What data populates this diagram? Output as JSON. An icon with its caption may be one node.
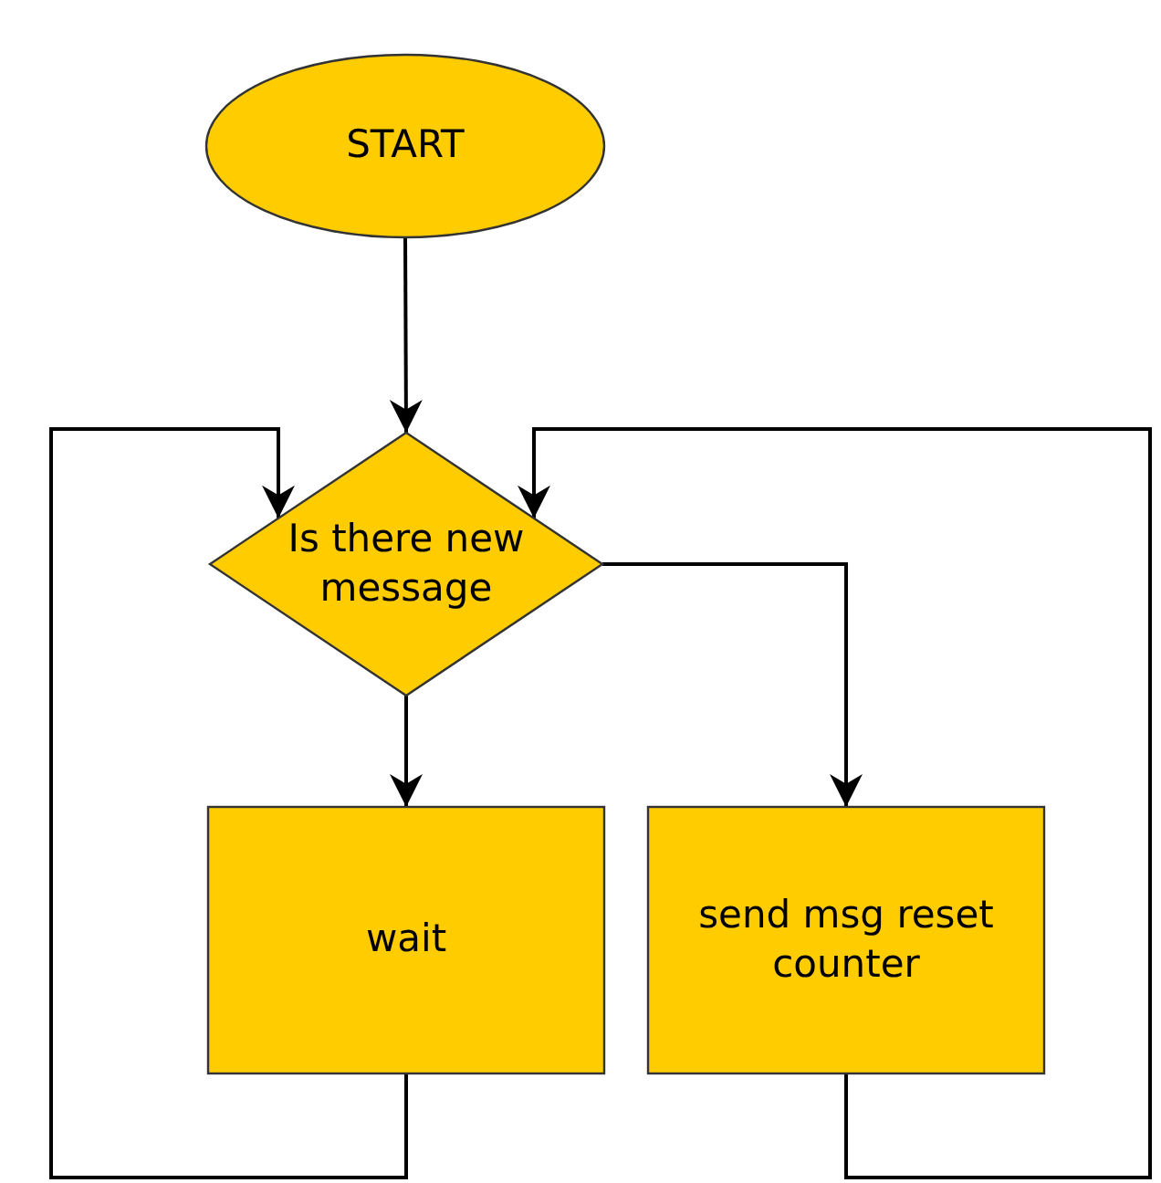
{
  "diagram": {
    "nodes": [
      {
        "text": [
          "START"
        ]
      },
      {
        "text": [
          "Is there new message"
        ]
      },
      {
        "text": [
          "wait"
        ]
      },
      {
        "text": [
          "send msg reset counter"
        ]
      }
    ],
    "edges": [
      {
        "from": 0,
        "to": 1,
        "arrow": "to"
      },
      {
        "from": 1,
        "to": 2,
        "arrow": "to"
      },
      {
        "from": 1,
        "to": 3,
        "arrow": "to"
      },
      {
        "from": 2,
        "to": 1,
        "arrow": "to"
      },
      {
        "from": 3,
        "to": 1,
        "arrow": "to"
      }
    ]
  }
}
